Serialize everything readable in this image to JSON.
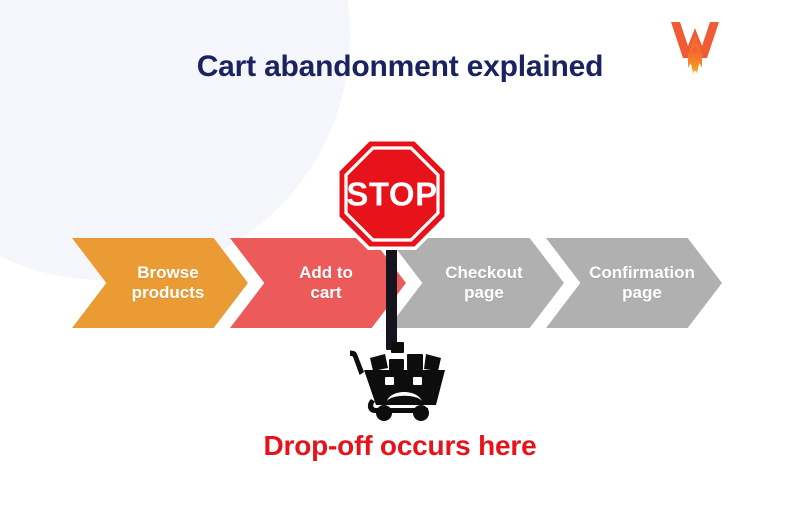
{
  "page": {
    "background_color": "#ffffff",
    "blob_color": "#f5f6fc",
    "title": "Cart abandonment explained",
    "title_color": "#1b2260",
    "caption": "Drop-off occurs here",
    "caption_color": "#e8131a"
  },
  "logo": {
    "name": "w-flame-logo",
    "letter": "W",
    "primary_color": "#f05a34",
    "flame_color": "#f7941e"
  },
  "funnel": {
    "steps": [
      {
        "label": "Browse\nproducts",
        "line1": "Browse",
        "line2": "products",
        "color": "#eb9b33",
        "state": "completed"
      },
      {
        "label": "Add to\ncart",
        "line1": "Add to",
        "line2": "cart",
        "color": "#ec5a5a",
        "state": "drop-off"
      },
      {
        "label": "Checkout\npage",
        "line1": "Checkout",
        "line2": "page",
        "color": "#b0b0b0",
        "state": "not-reached"
      },
      {
        "label": "Confirmation\npage",
        "line1": "Confirmation",
        "line2": "page",
        "color": "#b0b0b0",
        "state": "not-reached"
      }
    ]
  },
  "stop_sign": {
    "name": "stop-sign-icon",
    "text": "STOP",
    "fill_color": "#e8131a",
    "border_color": "#ffffff",
    "text_color": "#ffffff",
    "pole_color": "#15151f"
  },
  "cart_icon": {
    "name": "sad-shopping-cart-icon",
    "color": "#0d0d0d",
    "expression": "frowning-face"
  }
}
